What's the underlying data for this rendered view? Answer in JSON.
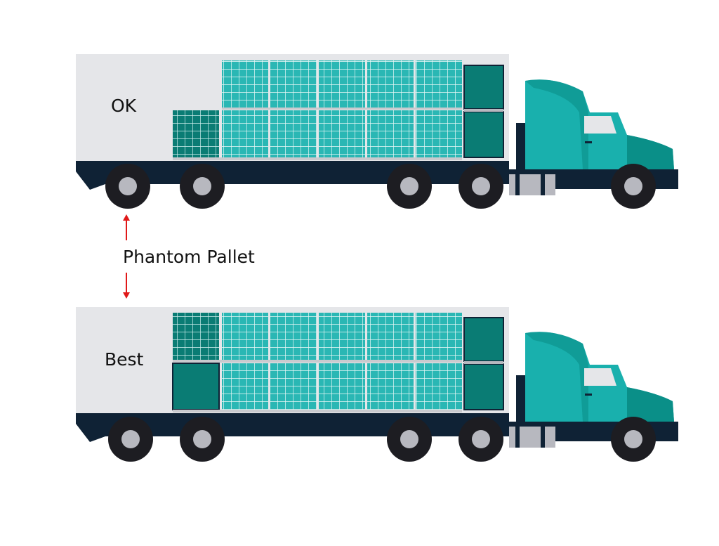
{
  "labels": {
    "top_truck": "OK",
    "bottom_truck": "Best",
    "annotation": "Phantom Pallet"
  },
  "colors": {
    "trailer_body": "#e5e6e9",
    "chassis": "#0f2235",
    "panel": "#2ab7b4",
    "panel_dark": "#0a7c74",
    "cab": "#19b0ad",
    "cab_dark": "#0a8f88",
    "tire": "#1d1d22",
    "hub": "#b7b8bf",
    "arrow": "#e01818"
  },
  "trucks": [
    {
      "id": "top",
      "label_key": "top_truck"
    },
    {
      "id": "bottom",
      "label_key": "bottom_truck"
    }
  ]
}
